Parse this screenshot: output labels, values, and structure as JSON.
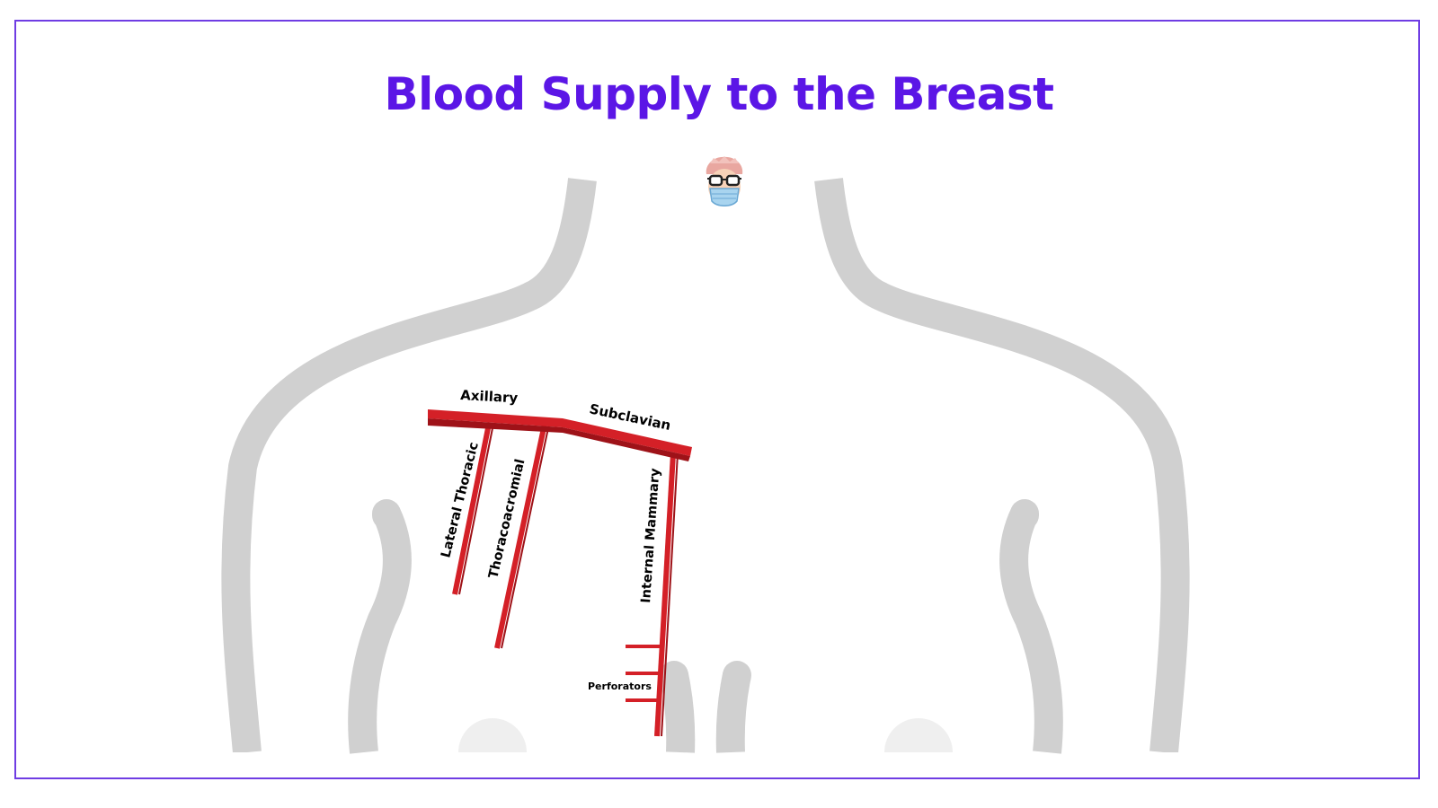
{
  "title": "Blood Supply to the Breast",
  "labels": {
    "axillary": "Axillary",
    "subclavian": "Subclavian",
    "lateral_thoracic": "Lateral Thoracic",
    "thoracoacromial": "Thoracoacromial",
    "internal_mammary": "Internal Mammary",
    "perforators": "Perforators"
  },
  "colors": {
    "accent": "#5b16e6",
    "border": "#6f3de3",
    "body_outline": "#d0d0d0",
    "artery": "#d42027",
    "artery_shadow": "#9e1218"
  },
  "icons": {
    "logo": "doctor-avatar-icon"
  }
}
